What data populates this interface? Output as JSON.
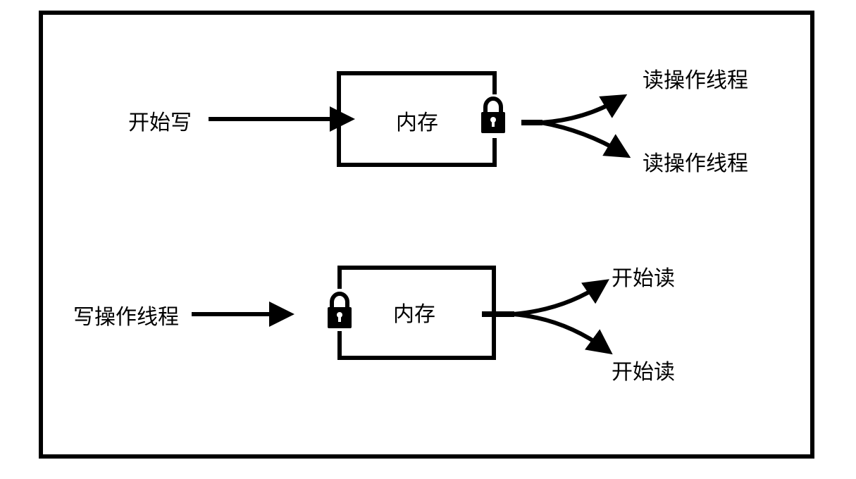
{
  "diagram": {
    "title": "Read-write lock memory access diagram",
    "colors": {
      "stroke": "#000000",
      "background": "#ffffff"
    },
    "top_scenario": {
      "input_label": "开始写",
      "memory_label": "内存",
      "lock_icon": "lock-icon",
      "lock_side": "right",
      "outputs": [
        "读操作线程",
        "读操作线程"
      ]
    },
    "bottom_scenario": {
      "input_label": "写操作线程",
      "memory_label": "内存",
      "lock_icon": "lock-icon",
      "lock_side": "left",
      "outputs": [
        "开始读",
        "开始读"
      ]
    }
  }
}
